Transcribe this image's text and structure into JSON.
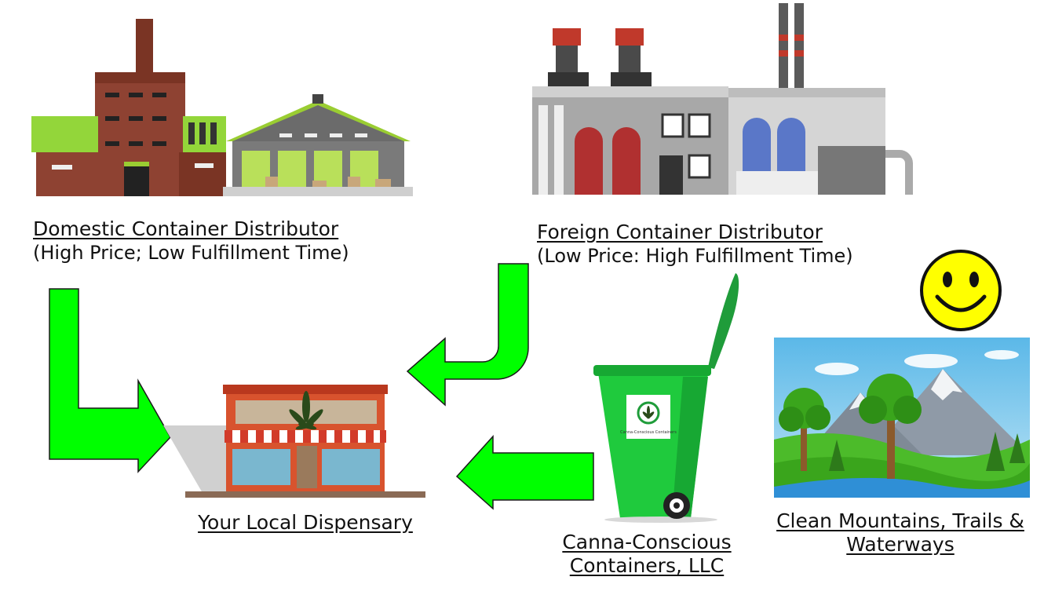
{
  "domestic": {
    "title": "Domestic Container Distributor",
    "subtitle": "(High Price; Low Fulfillment Time)"
  },
  "foreign": {
    "title": "Foreign Container Distributor",
    "subtitle": "(Low Price: High Fulfillment Time)"
  },
  "dispensary": {
    "title": "Your Local Dispensary"
  },
  "canna": {
    "line1": "Canna-Conscious",
    "line2": "Containers, LLC",
    "bin_logo_text": "Canna-Conscious Containers"
  },
  "nature": {
    "line1": "Clean Mountains, Trails &",
    "line2": "Waterways"
  },
  "colors": {
    "arrow": "#00ff00",
    "arrow_outline": "#1a1a1a",
    "bin_green": "#1fca3d",
    "smiley": "#ffff00"
  }
}
